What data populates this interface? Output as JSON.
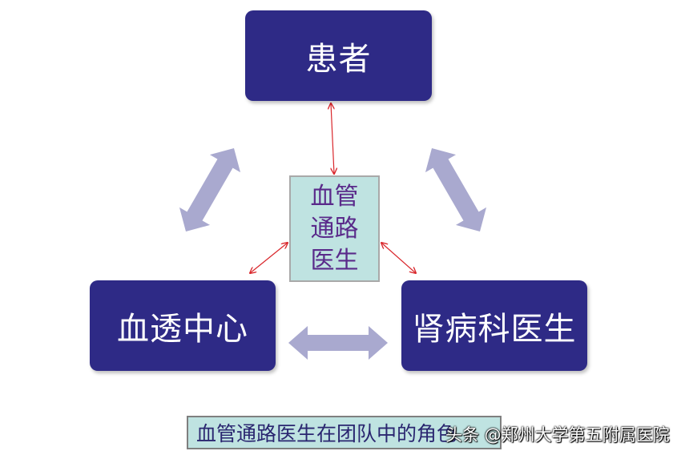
{
  "diagram": {
    "nodes": {
      "patient": "患者",
      "dialysis_center": "血透中心",
      "nephrologist": "肾病科医生",
      "vascular_access_doctor": [
        "血管",
        "通路",
        "医生"
      ]
    },
    "caption": "血管通路医生在团队中的角色",
    "colors": {
      "node_fill": "#2e2a86",
      "center_fill": "#bfe3e1",
      "center_text": "#5a2a8a",
      "big_arrow": "#a9a9cf",
      "thin_arrow": "#d9262b"
    }
  },
  "watermark": "头条 @郑州大学第五附属医院"
}
